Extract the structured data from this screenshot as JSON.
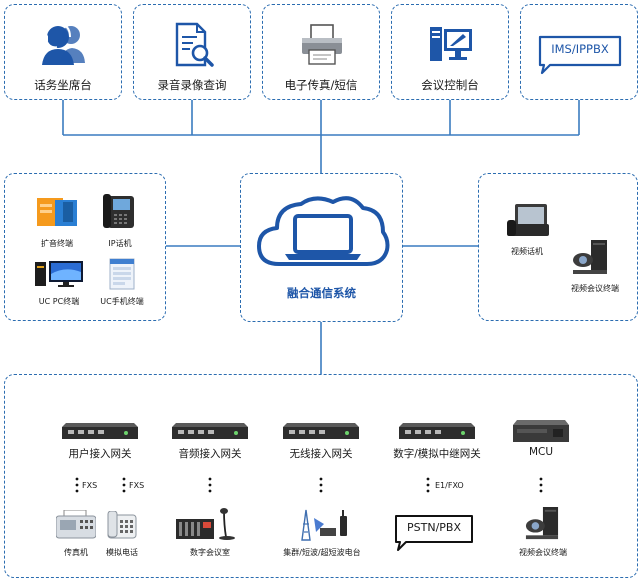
{
  "top_nodes": [
    {
      "label": "话务坐席台",
      "icon": "call-center-agent-icon"
    },
    {
      "label": "录音录像查询",
      "icon": "document-search-icon"
    },
    {
      "label": "电子传真/短信",
      "icon": "fax-printer-icon"
    },
    {
      "label": "会议控制台",
      "icon": "desktop-computer-icon"
    },
    {
      "label": "IMS/IPPBX",
      "icon": "speech-bubble-icon"
    }
  ],
  "left_group": [
    {
      "label": "扩音终端",
      "icon": "pa-speaker-terminal-icon"
    },
    {
      "label": "IP话机",
      "icon": "ip-phone-icon"
    },
    {
      "label": "UC  PC终端",
      "icon": "pc-terminal-icon"
    },
    {
      "label": "UC手机终端",
      "icon": "mobile-app-icon"
    }
  ],
  "center": {
    "label": "融合通信系统",
    "icon": "cloud-laptop-icon"
  },
  "right_group": [
    {
      "label": "视频话机",
      "icon": "video-phone-icon"
    },
    {
      "label": "视频会议终端",
      "icon": "video-conference-terminal-icon"
    }
  ],
  "gateways": [
    {
      "label": "用户接入网关",
      "icon": "rack-gateway-icon"
    },
    {
      "label": "音频接入网关",
      "icon": "rack-gateway-icon"
    },
    {
      "label": "无线接入网关",
      "icon": "rack-gateway-icon"
    },
    {
      "label": "数字/模拟中继网关",
      "icon": "rack-gateway-icon"
    },
    {
      "label": "MCU",
      "icon": "mcu-device-icon"
    }
  ],
  "links": {
    "fxs_1": "FXS",
    "fxs_2": "FXS",
    "e1_fxo": "E1/FXO"
  },
  "endpoints": [
    {
      "label": "传真机",
      "icon": "fax-machine-icon"
    },
    {
      "label": "模拟电话",
      "icon": "analog-phone-icon"
    },
    {
      "label": "数字会议室",
      "icon": "conference-mixer-icon"
    },
    {
      "label": "集群/短波/超短波电台",
      "icon": "radio-station-icon"
    },
    {
      "label": "PSTN/PBX",
      "icon": "pstn-bubble-icon"
    },
    {
      "label": "视频会议终端",
      "icon": "video-conference-terminal-icon"
    }
  ],
  "colors": {
    "border": "#2b6cb0",
    "bus": "#1f4fa8",
    "line": "#3a7cc0",
    "icon": "#1e56a8"
  }
}
